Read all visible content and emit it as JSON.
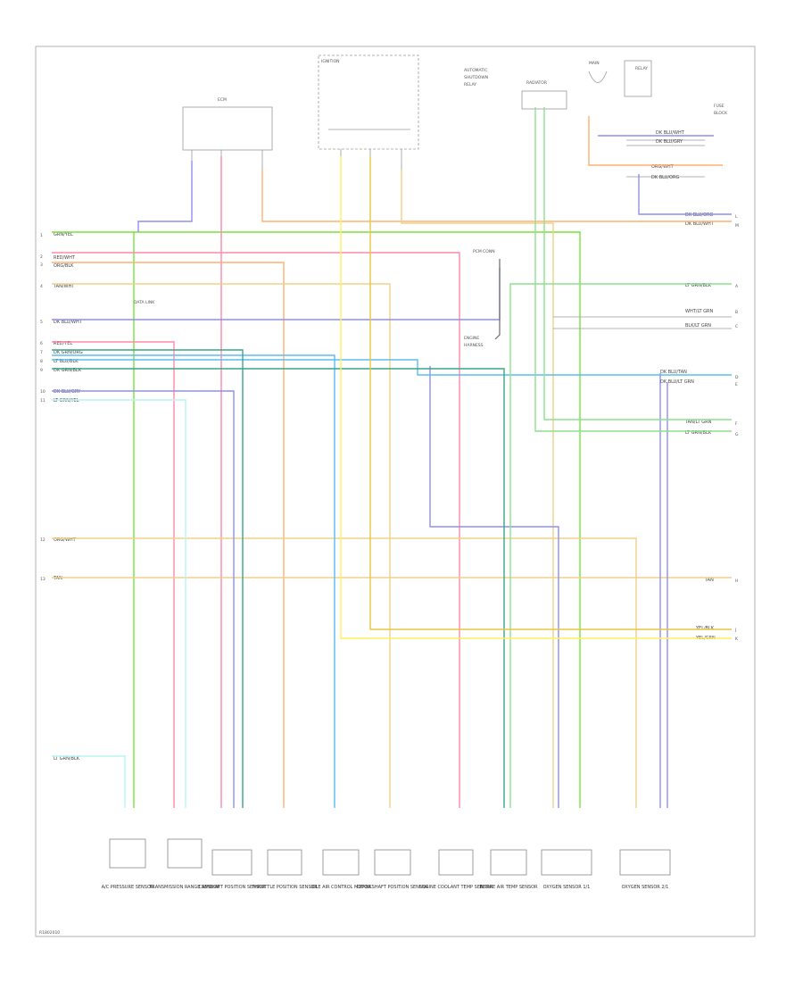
{
  "diagram_id": "R1802010",
  "wire_colors": {
    "green": "#78e13c",
    "red": "#ff8aa8",
    "orange": "#ffb070",
    "tan": "#f1d08a",
    "blue": "#8e8ef2",
    "lightblue": "#58bdf2",
    "lightgreen": "#8ee08e",
    "yellow": "#fff15a",
    "gold": "#e8c640",
    "cyan": "#b8f4f4",
    "gray": "#6a6a6a"
  },
  "components": [
    {
      "id": "c1",
      "label": "A/C PRESSURE SENSOR"
    },
    {
      "id": "c2",
      "label": "TRANSMISSION RANGE SENSOR"
    },
    {
      "id": "c3",
      "label": "CAMSHAFT POSITION SENSOR"
    },
    {
      "id": "c4",
      "label": "THROTTLE POSITION SENSOR"
    },
    {
      "id": "c5",
      "label": "IDLE AIR CONTROL MOTOR"
    },
    {
      "id": "c6",
      "label": "CRANKSHAFT POSITION SENSOR"
    },
    {
      "id": "c7",
      "label": "ENGINE COOLANT TEMP SENSOR"
    },
    {
      "id": "c8",
      "label": "INTAKE AIR TEMP SENSOR"
    },
    {
      "id": "c9",
      "label": "OXYGEN SENSOR 1/1"
    },
    {
      "id": "c10",
      "label": "OXYGEN SENSOR 2/1"
    }
  ]
}
